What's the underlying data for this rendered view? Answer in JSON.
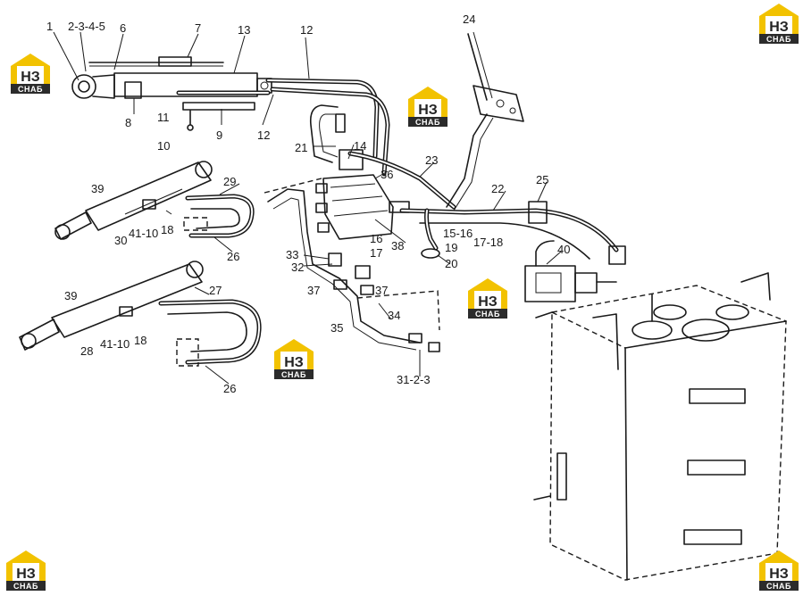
{
  "logo": {
    "mark": "НЗ",
    "word": "СНАБ",
    "accent": "#f2c200",
    "dark": "#2b2b2b"
  },
  "labels": {
    "l1": "1",
    "l2345": "2-3-4-5",
    "l6": "6",
    "l7": "7",
    "l13": "13",
    "l12a": "12",
    "l24": "24",
    "l8": "8",
    "l11": "11",
    "l10": "10",
    "l9": "9",
    "l12b": "12",
    "l21": "21",
    "l14": "14",
    "l36": "36",
    "l23": "23",
    "l22": "22",
    "l25": "25",
    "l39a": "39",
    "l29": "29",
    "l30": "30",
    "l4110a": "41-10",
    "l18a": "18",
    "l26a": "26",
    "l33": "33",
    "l32": "32",
    "l16": "16",
    "l17": "17",
    "l38": "38",
    "l1516": "15-16",
    "l19": "19",
    "l20": "20",
    "l1718": "17-18",
    "l40": "40",
    "l39b": "39",
    "l27": "27",
    "l37a": "37",
    "l37b": "37",
    "l34": "34",
    "l35": "35",
    "l28": "28",
    "l4110b": "41-10",
    "l18b": "18",
    "l3123": "31-2-3",
    "l26b": "26"
  }
}
